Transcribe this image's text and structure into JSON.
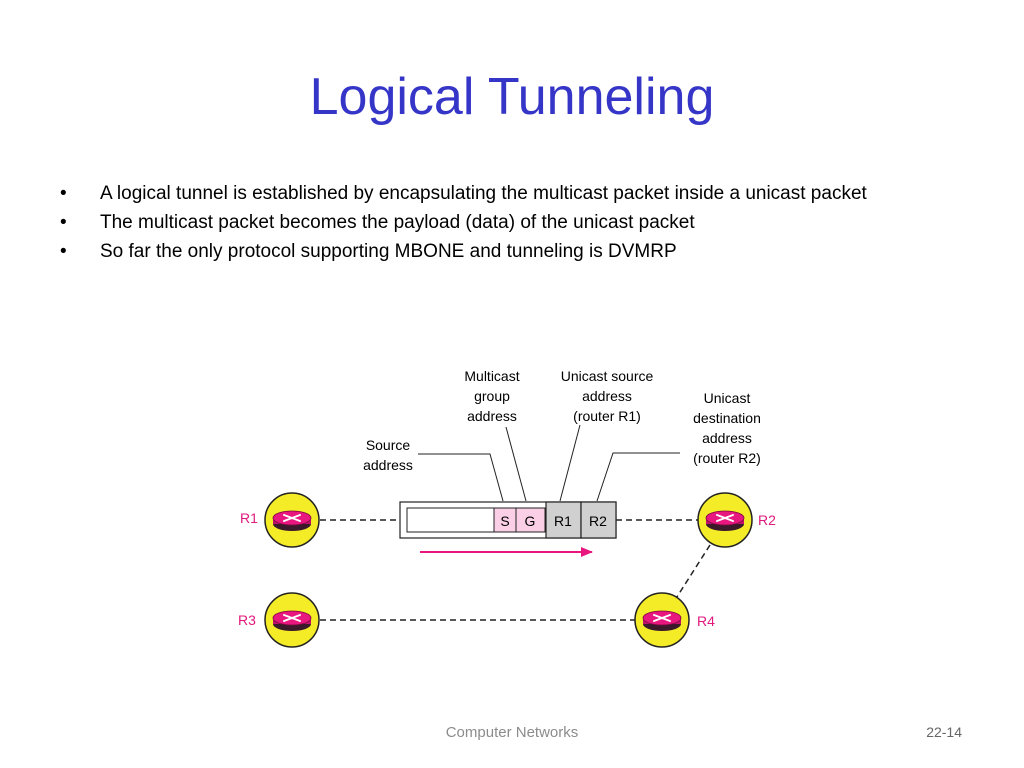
{
  "slide": {
    "title": "Logical Tunneling",
    "bullets": [
      "A logical tunnel is established by encapsulating the multicast packet inside a unicast packet",
      "The multicast packet becomes the payload (data) of the unicast packet",
      "So far the only protocol supporting MBONE and tunneling is DVMRP"
    ],
    "bullet_symbol": "•",
    "footer": "Computer Networks",
    "page_number": "22-14"
  },
  "diagram": {
    "labels": {
      "multicast_group_address": [
        "Multicast",
        "group",
        "address"
      ],
      "unicast_source_address": [
        "Unicast source",
        "address",
        "(router R1)"
      ],
      "unicast_destination_address": [
        "Unicast",
        "destination",
        "address",
        "(router R2)"
      ],
      "source_address": [
        "Source",
        "address"
      ]
    },
    "packet_fields": {
      "s": "S",
      "g": "G",
      "r1": "R1",
      "r2": "R2"
    },
    "routers": {
      "r1": "R1",
      "r2": "R2",
      "r3": "R3",
      "r4": "R4"
    },
    "colors": {
      "router_fill": "#f5ec28",
      "router_disk": "#e8167f",
      "multicast_field": "#fbd0e6",
      "unicast_field": "#d0d0d0",
      "arrow": "#e8167f",
      "router_label": "#e0197d",
      "title": "#3535c8"
    }
  }
}
